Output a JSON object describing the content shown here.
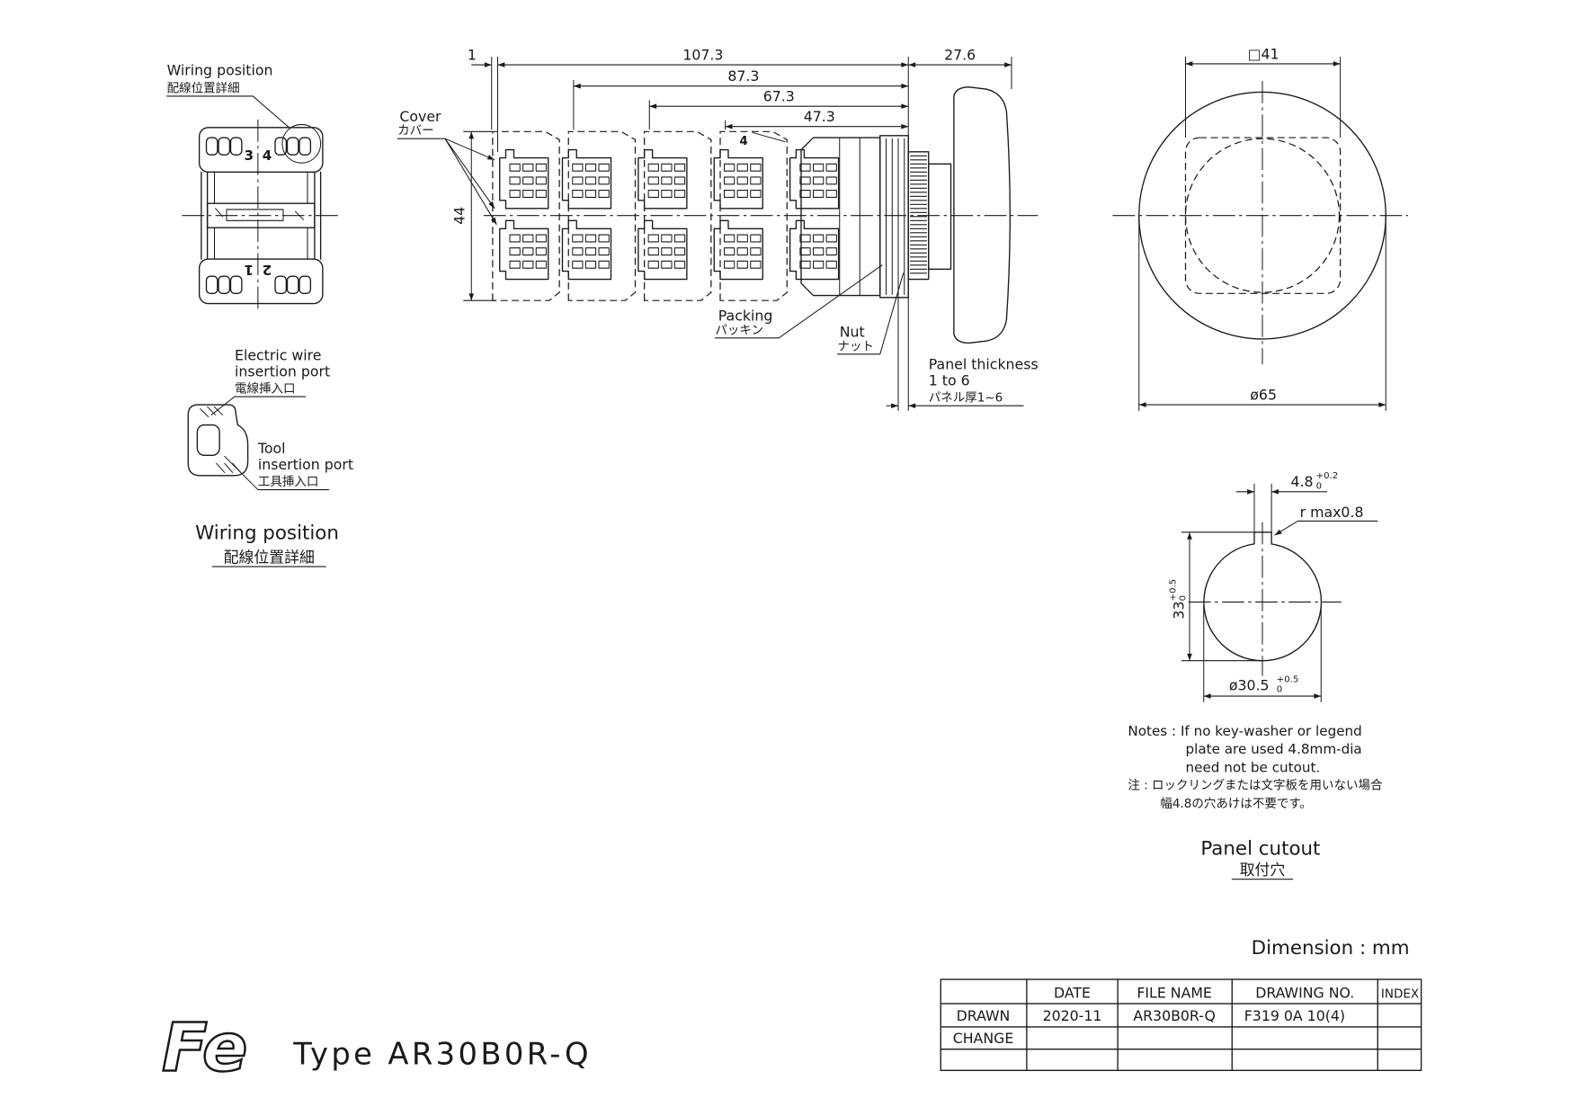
{
  "drawing": {
    "logo": "Fe",
    "type_label": "Type AR30B0R-Q",
    "units_note": "Dimension : mm"
  },
  "wiring_detail": {
    "callout": {
      "en": "Wiring position",
      "jp": "配線位置詳細"
    },
    "terminal_numbers": {
      "top_left": "3",
      "top_right": "4",
      "bottom_left": "1",
      "bottom_right": "2"
    },
    "wire_port": {
      "line1": "Electric wire",
      "line2": "insertion port",
      "jp": "電線挿入口"
    },
    "tool_port": {
      "line1": "Tool",
      "line2": "insertion port",
      "jp": "工具挿入口"
    },
    "caption": {
      "en": "Wiring position",
      "jp": "配線位置詳細"
    }
  },
  "side_view": {
    "dimensions": {
      "cover_offset": "1",
      "lengths": [
        "107.3",
        "87.3",
        "67.3",
        "47.3"
      ],
      "knob_depth": "27.6",
      "height": "44"
    },
    "module_marker": "4",
    "cover": {
      "en": "Cover",
      "jp": "カバー"
    },
    "packing": {
      "en": "Packing",
      "jp": "パッキン"
    },
    "nut": {
      "en": "Nut",
      "jp": "ナット"
    },
    "panel_thickness": {
      "line1": "Panel thickness",
      "line2": "1 to 6",
      "jp": "パネル厚1~6"
    }
  },
  "front_view": {
    "square_size": "□41",
    "diameter": "ø65"
  },
  "panel_cutout": {
    "key_width": {
      "value": "4.8",
      "upper": "+0.2",
      "lower": "0"
    },
    "corner_radius": "r max0.8",
    "height": {
      "value": "33",
      "upper": "+0.5",
      "lower": "0"
    },
    "diameter": {
      "value": "ø30.5",
      "upper": "+0.5",
      "lower": "0"
    },
    "notes": [
      "Notes : If no key-washer or legend",
      "plate are used 4.8mm-dia",
      "need not be cutout."
    ],
    "notes_jp": [
      "注 : ロックリングまたは文字板を用いない場合",
      "幅4.8の穴あけは不要です。"
    ],
    "caption": {
      "en": "Panel cutout",
      "jp": "取付穴"
    }
  },
  "title_block": {
    "headers": [
      "DATE",
      "FILE NAME",
      "DRAWING NO.",
      "INDEX"
    ],
    "rows": [
      {
        "label": "DRAWN",
        "date": "2020-11",
        "file_name": "AR30B0R-Q",
        "drawing_no": "F319 0A 10(4)"
      },
      {
        "label": "CHANGE"
      }
    ]
  },
  "colors": {
    "ink": "#1a1a1a",
    "paper": "#ffffff"
  }
}
